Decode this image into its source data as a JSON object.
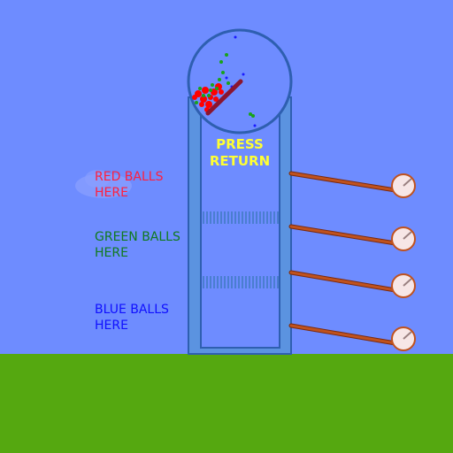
{
  "sky_color": "#6e8cff",
  "ground_color": "#55a810",
  "tube_color": "#5b93e0",
  "prompt_text": "PRESS\nRETURN",
  "bin_labels": [
    {
      "text": "RED BALLS\nHERE",
      "color": "#ff1f3d"
    },
    {
      "text": "GREEN BALLS\nHERE",
      "color": "#107a1e"
    },
    {
      "text": "BLUE BALLS\nHERE",
      "color": "#1010ff"
    }
  ],
  "paddle_count": 4,
  "ball_colors": {
    "red": "#ff0000",
    "green": "#19a319",
    "blue": "#1a1aff"
  }
}
